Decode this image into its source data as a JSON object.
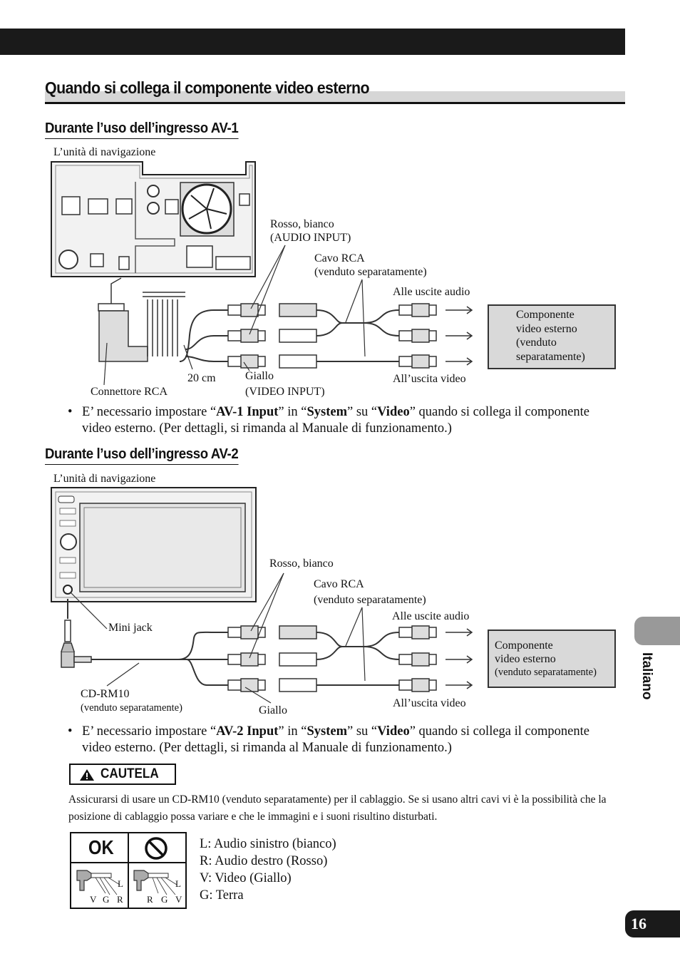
{
  "header": {
    "title": "Quando si collega il componente video esterno"
  },
  "sections": [
    {
      "heading": "Durante l’uso dell’ingresso AV-1",
      "unit_label": "L’unità di navigazione",
      "label_red_white": "Rosso, bianco",
      "label_audio_input": "(AUDIO INPUT)",
      "label_cable": "Cavo RCA",
      "label_cable_sub": "(venduto separatamente)",
      "label_audio_out": "Alle uscite audio",
      "component_lines": [
        "Componente",
        "video esterno",
        "(venduto",
        "separatamente)"
      ],
      "label_20cm": "20 cm",
      "label_yellow": "Giallo",
      "label_video_input": "(VIDEO INPUT)",
      "label_video_out": "All’uscita video",
      "label_connector": "Connettore RCA",
      "bullet": {
        "pre": "E’ necessario impostare “",
        "b1": "AV-1 Input",
        "m1": "” in “",
        "b2": "System",
        "m2": "” su “",
        "b3": "Video",
        "post": "” quando si collega il componente video esterno. (Per dettagli, si rimanda al Manuale di funzionamento.)"
      }
    },
    {
      "heading": "Durante l’uso dell’ingresso AV-2",
      "unit_label": "L’unità di navigazione",
      "label_red_white": "Rosso, bianco",
      "label_cable": "Cavo RCA",
      "label_cable_sub": "(venduto separatamente)",
      "label_audio_out": "Alle uscite audio",
      "label_mini_jack": "Mini jack",
      "component_lines": [
        "Componente",
        "video esterno",
        "(venduto separatamente)"
      ],
      "label_cdrm10": "CD-RM10",
      "label_cdrm10_sub": "(venduto separatamente)",
      "label_yellow": "Giallo",
      "label_video_out": "All’uscita video",
      "bullet": {
        "pre": "E’ necessario impostare “",
        "b1": "AV-2 Input",
        "m1": "” in “",
        "b2": "System",
        "m2": "” su “",
        "b3": "Video",
        "post": "” quando si collega il componente video esterno. (Per dettagli, si rimanda al Manuale di funzionamento.)"
      }
    }
  ],
  "caution": {
    "label": "CAUTELA",
    "text": "Assicurarsi di usare un CD-RM10 (venduto separatamente) per il cablaggio. Se si usano altri cavi vi è la possibilità che la posizione di cablaggio possa variare e che le immagini e i suoni risultino disturbati."
  },
  "ok_table": {
    "ok_label": "OK",
    "plug_ok_letters": [
      "V",
      "G",
      "R",
      "L"
    ],
    "plug_ng_letters": [
      "R",
      "G",
      "V",
      "L"
    ]
  },
  "legend": [
    "L: Audio sinistro (bianco)",
    "R: Audio destro (Rosso)",
    "V: Video (Giallo)",
    "G: Terra"
  ],
  "side_tab": "Italiano",
  "page_number": "16"
}
